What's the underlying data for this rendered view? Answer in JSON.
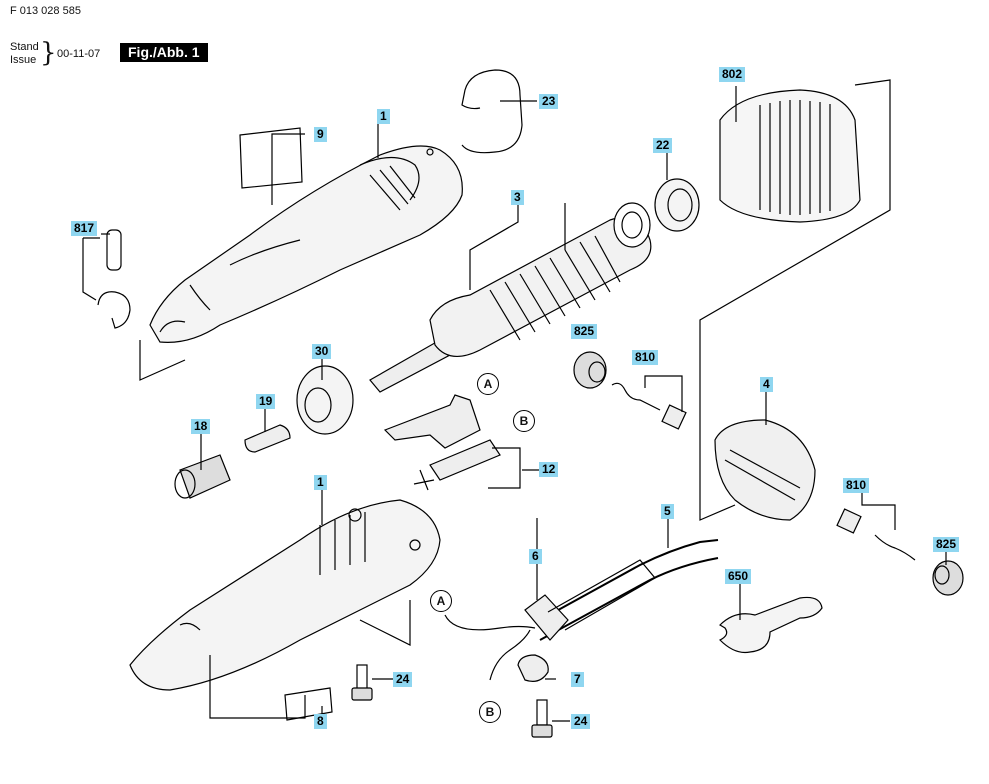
{
  "header": {
    "doc_code": "F 013 028 585",
    "stand": "Stand",
    "issue": "Issue",
    "date": "00-11-07",
    "figure_label": "Fig./Abb. 1"
  },
  "callouts": {
    "c802": "802",
    "c23": "23",
    "c1_top": "1",
    "c9": "9",
    "c22": "22",
    "c3": "3",
    "c817": "817",
    "c825_a": "825",
    "c810_a": "810",
    "c30": "30",
    "c19": "19",
    "c18": "18",
    "c4": "4",
    "c12": "12",
    "c1_bottom": "1",
    "c810_b": "810",
    "c825_b": "825",
    "c5": "5",
    "c6": "6",
    "c650": "650",
    "c24_a": "24",
    "c7": "7",
    "c8": "8",
    "c24_b": "24"
  },
  "markers": {
    "a_top": "A",
    "b_top": "B",
    "a_bottom": "A",
    "b_bottom": "B"
  }
}
